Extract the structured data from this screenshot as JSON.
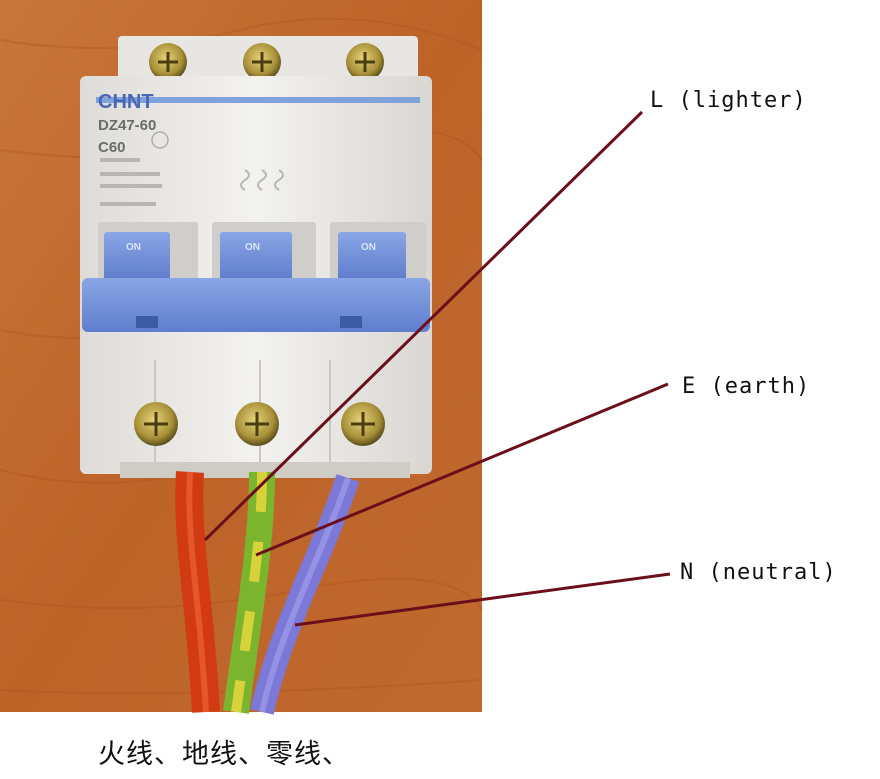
{
  "breaker": {
    "brand": "CHNT",
    "model": "DZ47-60",
    "rating": "C60",
    "handle_text": "ON"
  },
  "labels": {
    "live": "L (lighter)",
    "earth": "E (earth)",
    "neutral": "N (neutral)"
  },
  "caption": "火线、地线、零线、",
  "colors": {
    "leader_line": "#6b0f1a",
    "wood": "#c4692e",
    "breaker_body": "#ececea",
    "handle": "#6f8fd8",
    "wire_live": "#d13a12",
    "wire_earth_green": "#7ab52d",
    "wire_earth_yellow": "#d8d23a",
    "wire_neutral": "#7c78d8"
  }
}
